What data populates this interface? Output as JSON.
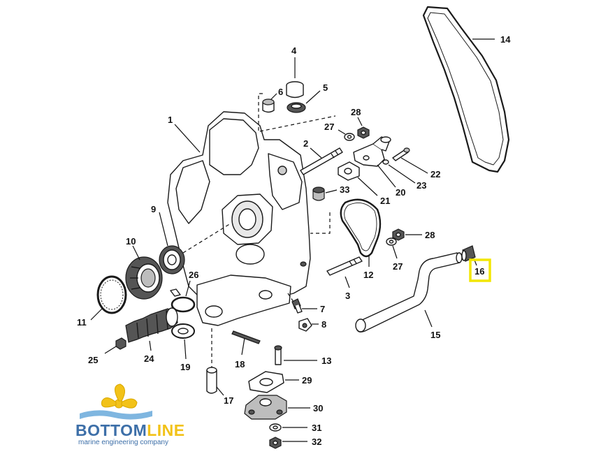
{
  "callouts": {
    "p1": "1",
    "p2": "2",
    "p3": "3",
    "p4": "4",
    "p5": "5",
    "p6": "6",
    "p7": "7",
    "p8": "8",
    "p9": "9",
    "p10": "10",
    "p11": "11",
    "p12": "12",
    "p13": "13",
    "p14": "14",
    "p15": "15",
    "p16": "16",
    "p17": "17",
    "p18": "18",
    "p19": "19",
    "p20": "20",
    "p21": "21",
    "p22": "22",
    "p23": "23",
    "p24": "24",
    "p25": "25",
    "p26": "26",
    "p27a": "27",
    "p27b": "27",
    "p28a": "28",
    "p28b": "28",
    "p29": "29",
    "p30": "30",
    "p31": "31",
    "p32": "32",
    "p33": "33"
  },
  "highlight": {
    "part": "16",
    "color": "#f2e600"
  },
  "logo": {
    "word_left": "BOTTOM",
    "word_right": "LINE",
    "tagline": "marine engineering company",
    "colors": {
      "left": "#3d6fa8",
      "right": "#f2c218",
      "propeller": "#f2c218",
      "wave": "#7fb6e0"
    }
  }
}
